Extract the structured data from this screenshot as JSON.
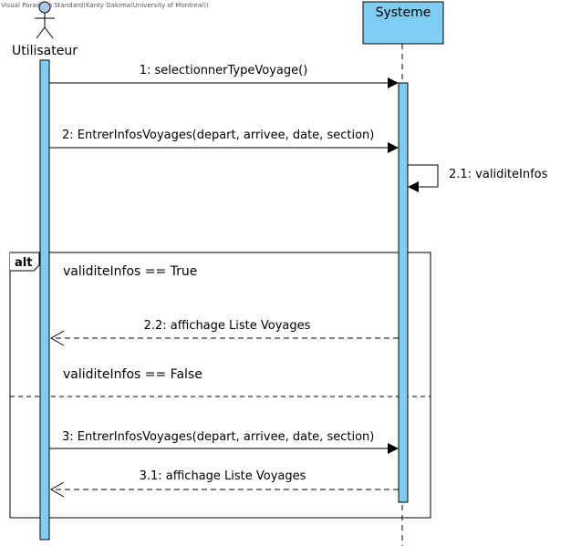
{
  "watermark": "Visual Paradigm Standard(Kanty Gakima(University of Montreal))",
  "colors": {
    "activation": "#7fcdf2",
    "lifeline": "#000000",
    "frame": "#000000"
  },
  "participants": {
    "actor": {
      "name": "Utilisateur",
      "icon": "stick-figure-icon"
    },
    "system": {
      "name": "Systeme"
    }
  },
  "messages": [
    {
      "id": "m1",
      "label": "1: selectionnerTypeVoyage()",
      "kind": "sync"
    },
    {
      "id": "m2",
      "label": "2: EntrerInfosVoyages(depart, arrivee, date, section)",
      "kind": "sync"
    },
    {
      "id": "m21",
      "label": "2.1: validiteInfos",
      "kind": "self"
    },
    {
      "id": "m22",
      "label": "2.2: affichage Liste Voyages",
      "kind": "return"
    },
    {
      "id": "m3",
      "label": "3: EntrerInfosVoyages(depart, arrivee, date, section)",
      "kind": "sync"
    },
    {
      "id": "m31",
      "label": "3.1: affichage Liste Voyages",
      "kind": "return"
    }
  ],
  "fragment": {
    "operator": "alt",
    "guards": [
      "validiteInfos == True",
      "validiteInfos == False"
    ]
  }
}
